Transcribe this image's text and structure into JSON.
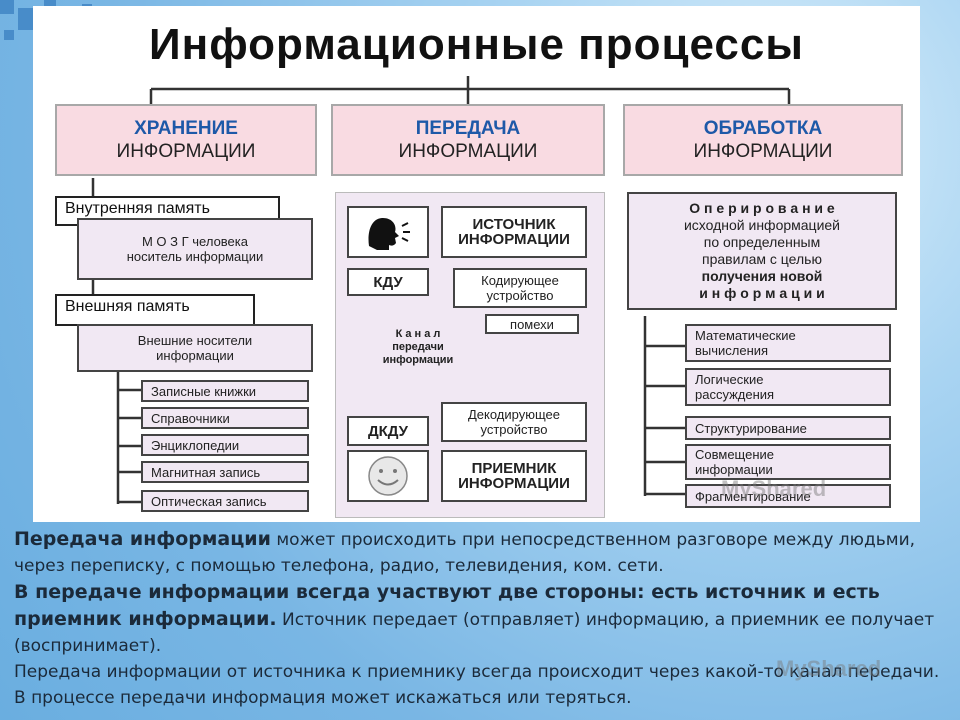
{
  "title": "Информационные процессы",
  "headers": [
    {
      "line1": "ХРАНЕНИЕ",
      "line2": "ИНФОРМАЦИИ"
    },
    {
      "line1": "ПЕРЕДАЧА",
      "line2": "ИНФОРМАЦИИ"
    },
    {
      "line1": "ОБРАБОТКА",
      "line2": "ИНФОРМАЦИИ"
    }
  ],
  "storage": {
    "internal": "Внутренняя память",
    "brain": [
      "М О З Г человека",
      "носитель информации"
    ],
    "external": "Внешняя память",
    "ext_media": [
      "Внешние носители",
      "информации"
    ],
    "items": [
      "Записные книжки",
      "Справочники",
      "Энциклопедии",
      "Магнитная запись",
      "Оптическая запись"
    ]
  },
  "transfer": {
    "source": [
      "ИСТОЧНИК",
      "ИНФОРМАЦИИ"
    ],
    "kdu": "КДУ",
    "coder": [
      "Кодирующее",
      "устройство"
    ],
    "channel": [
      "К а н а л",
      "передачи",
      "информации"
    ],
    "noise": "помехи",
    "dkdu": "ДКДУ",
    "decoder": [
      "Декодирующее",
      "устройство"
    ],
    "receiver": [
      "ПРИЕМНИК",
      "ИНФОРМАЦИИ"
    ]
  },
  "processing": {
    "desc": [
      "О п е р и р о в а н и е",
      "исходной информацией",
      "по определенным",
      "правилам с целью",
      "получения новой",
      "и н ф о р м а ц и и"
    ],
    "items": [
      [
        "Математические",
        "вычисления"
      ],
      [
        "Логические",
        "рассуждения"
      ],
      [
        "Структурирование"
      ],
      [
        "Совмещение",
        "информации"
      ],
      [
        "Фрагментирование"
      ]
    ]
  },
  "paragraphs": {
    "p1_em": "Передача информации",
    "p1": " может происходить при непосредственном разговоре между людьми, через переписку, с помощью телефона, радио, телевидения, ком. сети.",
    "p2_em": "В передаче информации всегда участвуют две стороны: есть источник и есть приемник информации.",
    "p2": " Источник передает (отправляет) информацию, а приемник ее получает (воспринимает).",
    "p3": " Передача информации от источника к приемнику всегда происходит через какой-то канал передачи. В процессе передачи информация может искажаться или теряться."
  },
  "watermark": "MyShared",
  "colors": {
    "accent": "#1e59a8",
    "header_bg": "#f9dbe2",
    "box_bg": "#f1e8f3",
    "background": "#8fc4ea"
  }
}
